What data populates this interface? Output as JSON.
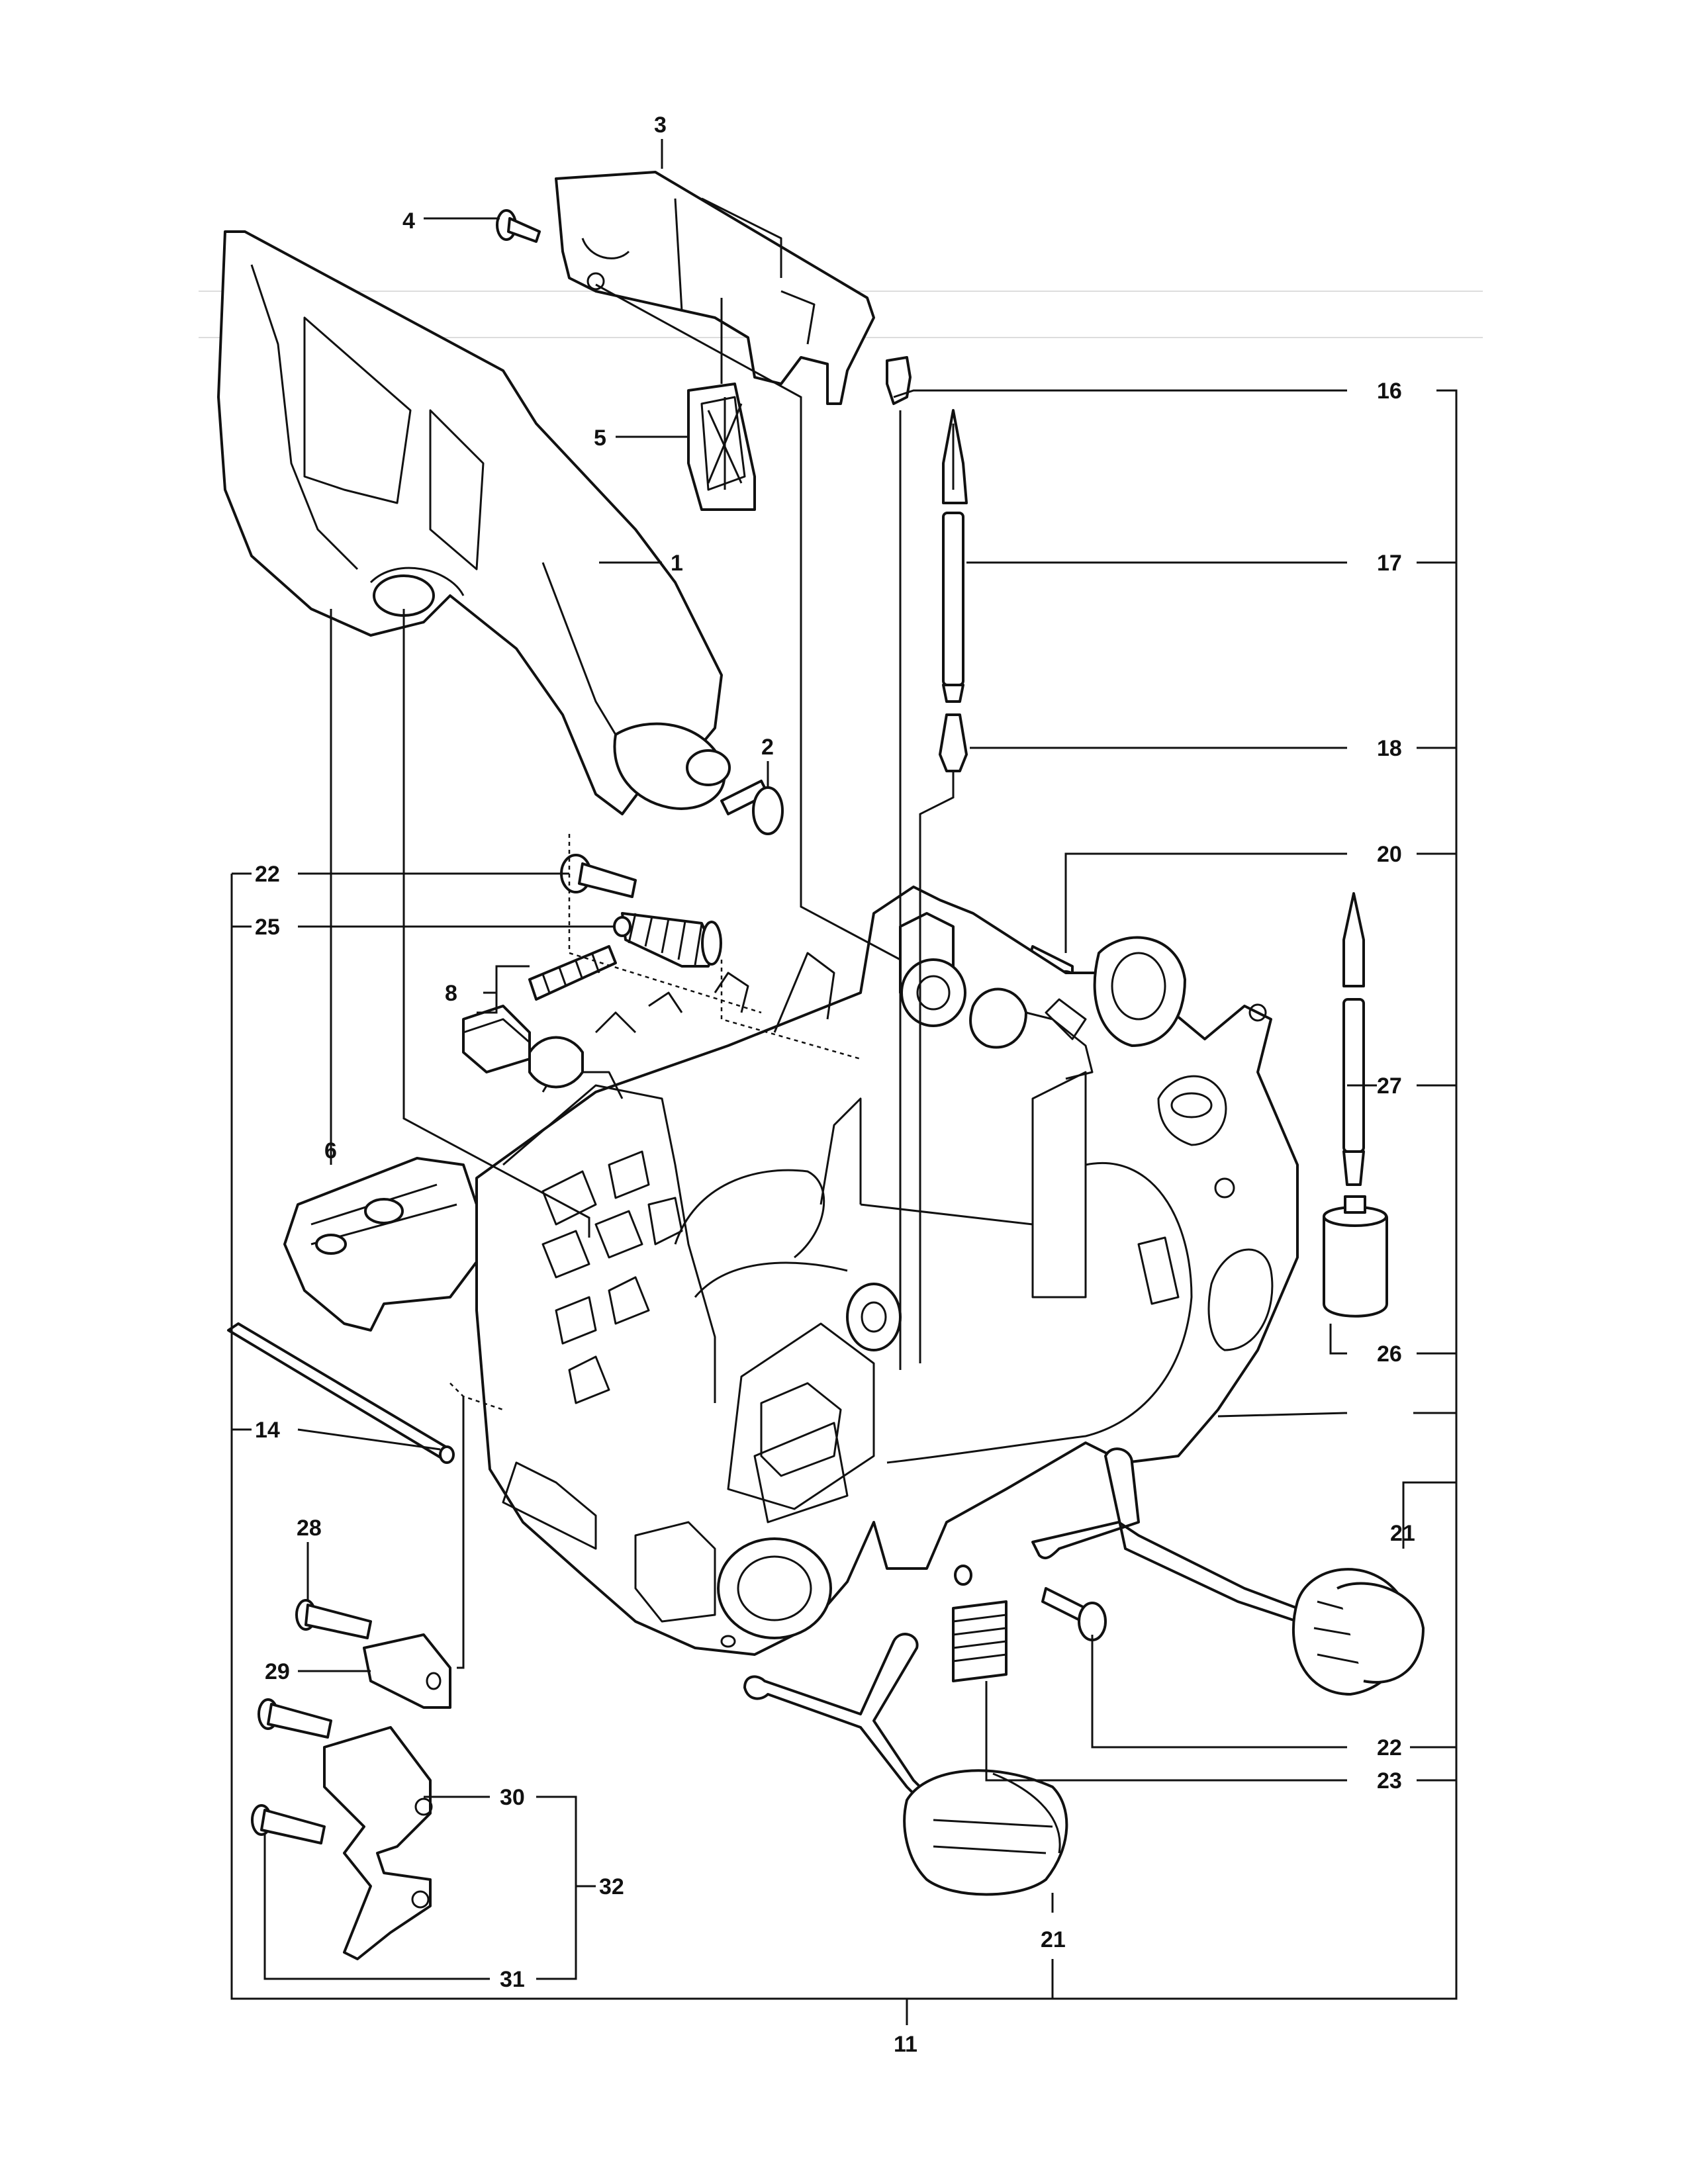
{
  "callouts": {
    "c1": "1",
    "c2": "2",
    "c3": "3",
    "c4": "4",
    "c5": "5",
    "c6": "6",
    "c8": "8",
    "c11": "11",
    "c14": "14",
    "c16": "16",
    "c17": "17",
    "c18": "18",
    "c20": "20",
    "c21a": "21",
    "c21b": "21",
    "c22a": "22",
    "c22b": "22",
    "c23": "23",
    "c25": "25",
    "c26": "26",
    "c27": "27",
    "c28": "28",
    "c29": "29",
    "c30": "30",
    "c31": "31",
    "c32": "32"
  }
}
